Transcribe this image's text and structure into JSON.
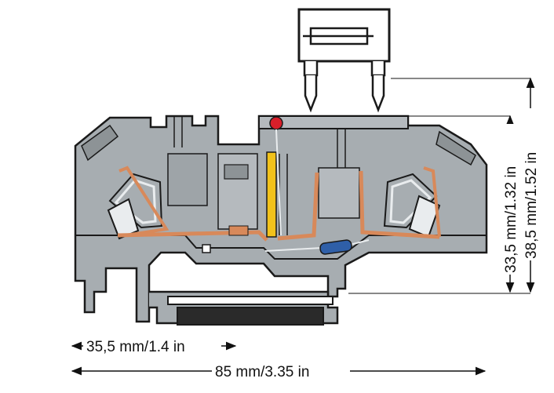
{
  "dimensions": {
    "width_small": "35,5 mm/1.4 in",
    "width_total": "85 mm/3.35 in",
    "height_small": "33,5 mm/1.32 in",
    "height_total": "38,5 mm/1.52 in"
  },
  "colors": {
    "housing": "#a7adb1",
    "housing_dark": "#8d9396",
    "outline": "#1a1a1a",
    "copper": "#d8895a",
    "spring_silver": "#e9ecee",
    "led_red": "#d81f2a",
    "fuse_yellow": "#f2c21b",
    "resistor_blue": "#2f5fa8"
  },
  "icons": {
    "fuse": "mini-blade-fuse-icon",
    "led": "led-indicator-icon",
    "resistor": "resistor-icon",
    "clamp": "spring-clamp-icon"
  }
}
